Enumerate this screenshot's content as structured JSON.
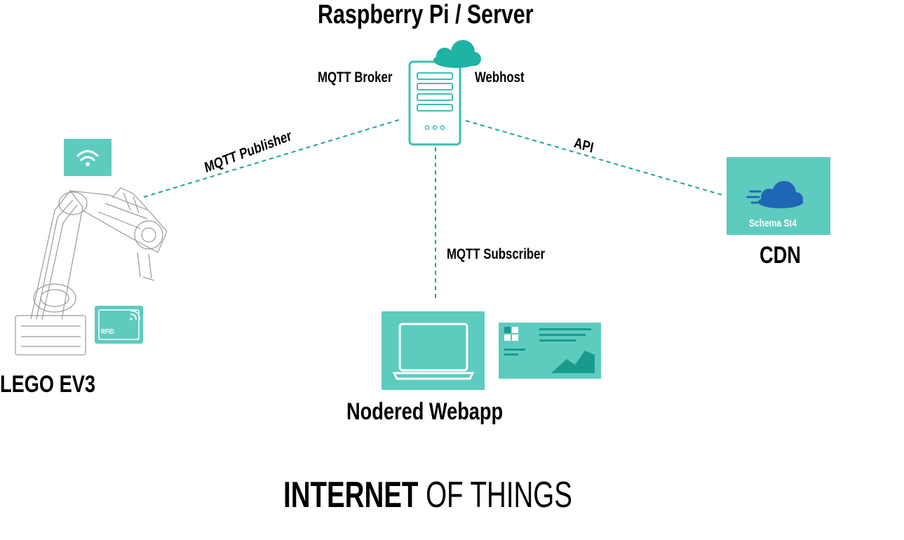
{
  "server": {
    "title": "Raspberry Pi / Server",
    "left_label": "MQTT Broker",
    "right_label": "Webhost"
  },
  "links": {
    "publisher": "MQTT Publisher",
    "api": "API",
    "subscriber": "MQTT Subscriber"
  },
  "robot": {
    "name": "LEGO EV3",
    "rfid_tag": "RFID"
  },
  "cdn": {
    "name": "CDN",
    "card_label": "Schema St4"
  },
  "webapp": {
    "name": "Nodered Webapp"
  },
  "footer": {
    "bold": "INTERNET",
    "rest": " OF THINGS"
  },
  "colors": {
    "teal": "#5ecbbf",
    "teal_dark": "#1fb3a4",
    "cloud_blue": "#1f67b6",
    "dash": "#1aa597"
  },
  "icons": [
    "cloud-icon",
    "server-icon",
    "wifi-icon",
    "robot-arm-icon",
    "rfid-icon",
    "laptop-icon",
    "dashboard-icon",
    "cdn-cloud-icon"
  ]
}
